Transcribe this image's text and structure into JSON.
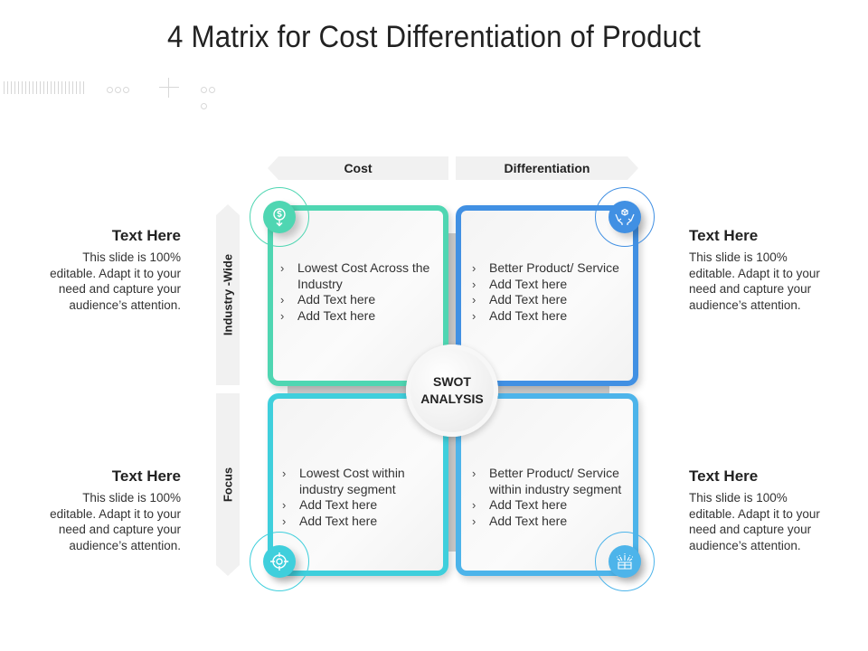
{
  "title": "4 Matrix for Cost Differentiation of Product",
  "columns": [
    {
      "label": "Cost"
    },
    {
      "label": "Differentiation"
    }
  ],
  "rows": [
    {
      "label": "Industry -Wide"
    },
    {
      "label": "Focus"
    }
  ],
  "center": {
    "line1": "SWOT",
    "line2": "ANALYSIS"
  },
  "quadrants": [
    {
      "position": "top-left",
      "color": "#4fd6b2",
      "icon": "dollar-down-icon",
      "bullets": [
        "Lowest Cost Across the Industry",
        "Add Text here",
        "Add Text here"
      ]
    },
    {
      "position": "top-right",
      "color": "#4190e3",
      "icon": "hands-box-icon",
      "bullets": [
        "Better Product/ Service",
        "Add Text here",
        "Add Text here",
        "Add Text here"
      ]
    },
    {
      "position": "bottom-left",
      "color": "#3fcfdc",
      "icon": "target-icon",
      "bullets": [
        "Lowest Cost within industry segment",
        "Add Text here",
        "Add Text here"
      ]
    },
    {
      "position": "bottom-right",
      "color": "#4db4ea",
      "icon": "gift-box-sparkle-icon",
      "bullets": [
        "Better Product/ Service within industry segment",
        "Add Text here",
        "Add Text here"
      ]
    }
  ],
  "side_texts": [
    {
      "position": "left-top",
      "heading": "Text Here",
      "body": "This slide is 100% editable. Adapt it to your need and capture your audience’s attention."
    },
    {
      "position": "right-top",
      "heading": "Text Here",
      "body": "This slide is 100% editable. Adapt it to your need and capture your audience’s attention."
    },
    {
      "position": "left-bottom",
      "heading": "Text Here",
      "body": "This slide is 100% editable. Adapt it to your need and capture your audience’s attention."
    },
    {
      "position": "right-bottom",
      "heading": "Text Here",
      "body": "This slide is 100% editable. Adapt it to your need and capture your audience’s attention."
    }
  ]
}
